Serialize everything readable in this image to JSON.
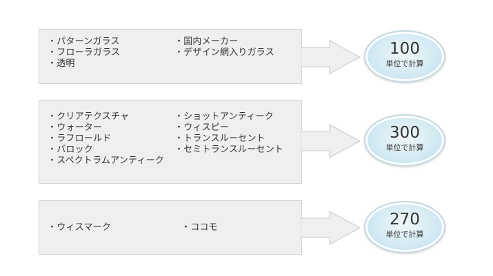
{
  "rows": [
    {
      "left_items": [
        "・パターンガラス",
        "・フローラガラス",
        "・透明"
      ],
      "right_items": [
        "・国内メーカー",
        "・デザイン網入りガラス"
      ],
      "number": "100",
      "unit": "単位で計算"
    },
    {
      "left_items": [
        "・クリアテクスチャ",
        "・ウォーター",
        "・ラフロールド",
        "・バロック",
        "・スペクトラムアンティーク"
      ],
      "right_items": [
        "・ショットアンティーク",
        "・ウィスピー",
        "・トランスルーセント",
        "・セミトランスルーセント"
      ],
      "number": "300",
      "unit": "単位で計算"
    },
    {
      "left_items": [
        "・ウィスマーク"
      ],
      "right_items": [
        "・ココモ"
      ],
      "number": "270",
      "unit": "単位で計算"
    }
  ]
}
